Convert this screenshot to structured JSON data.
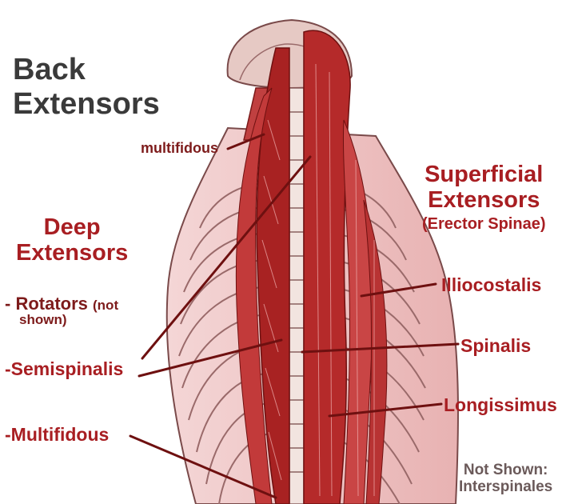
{
  "title": {
    "line1": "Back",
    "line2": "Extensors"
  },
  "deep": {
    "line1": "Deep",
    "line2": "Extensors"
  },
  "superficial": {
    "line1": "Superficial",
    "line2": "Extensors",
    "sub": "(Erector Spinae)"
  },
  "labels": {
    "multifidous_top": "multifidous",
    "rotators": "- Rotators",
    "rotators_note_1": "(not",
    "rotators_note_2": "shown)",
    "semispinalis": "-Semispinalis",
    "multifidous": "-Multifidous",
    "illiocostalis": "Illiocostalis",
    "spinalis": "Spinalis",
    "longissimus": "Longissimus"
  },
  "not_shown": {
    "line1": "Not Shown:",
    "line2": "Interspinales"
  },
  "colors": {
    "muscle": "#b52a2a",
    "muscle_dark": "#8a1515",
    "rib": "#f0c8c8",
    "rib_line": "#9a6a6a",
    "label_red": "#a81e22",
    "leader": "#6e1010",
    "title_gray": "#3a3a3a"
  }
}
